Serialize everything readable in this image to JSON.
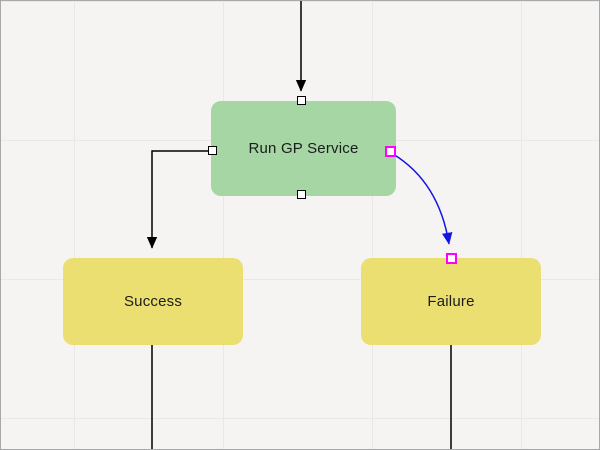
{
  "canvas": {
    "background": "#f5f4f2",
    "grid_color": "#e9e8e6",
    "border_color": "#a8a8a8"
  },
  "nodes": {
    "run_gp_service": {
      "label": "Run GP Service",
      "fill": "#a5d6a4",
      "shape": "rounded-rect"
    },
    "success": {
      "label": "Success",
      "fill": "#ecdf72",
      "shape": "rounded-rect"
    },
    "failure": {
      "label": "Failure",
      "fill": "#ecdf72",
      "shape": "rounded-rect"
    }
  },
  "connectors": {
    "default_color": "#000000",
    "selected_color": "#1414e6",
    "port_fill": "#ffffff",
    "port_border": "#000000",
    "selected_port_color": "#ff00ff",
    "edges": [
      {
        "from": "canvas-top",
        "to": "run_gp_service",
        "state": "default"
      },
      {
        "from": "run_gp_service",
        "to": "success",
        "state": "default"
      },
      {
        "from": "run_gp_service",
        "to": "failure",
        "state": "selected"
      },
      {
        "from": "success",
        "to": "canvas-bottom",
        "state": "default"
      },
      {
        "from": "failure",
        "to": "canvas-bottom",
        "state": "default"
      }
    ]
  }
}
